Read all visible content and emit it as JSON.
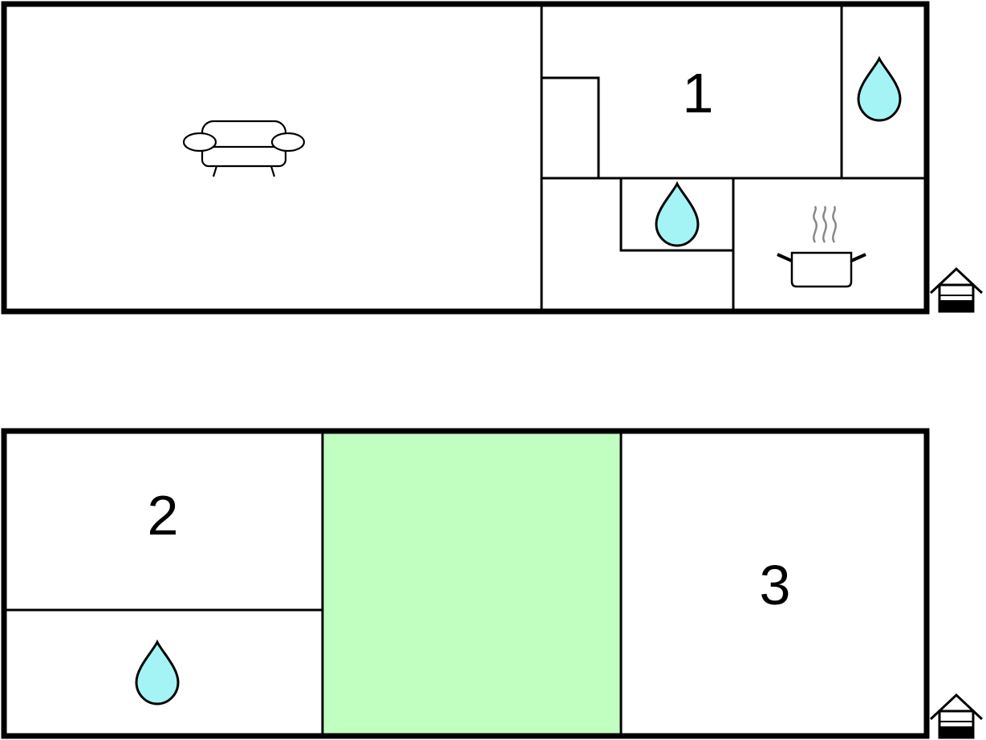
{
  "colors": {
    "wall": "#000000",
    "background": "#ffffff",
    "outdoor_area": "#c0ffc0",
    "water": "#a4f4f6",
    "steam": "#888888"
  },
  "floors": [
    {
      "name": "upper-floor",
      "rooms": [
        {
          "type": "living-room",
          "icon": "sofa-icon"
        },
        {
          "type": "bedroom",
          "number": "1"
        },
        {
          "type": "bathroom",
          "icon": "water-drop-icon"
        },
        {
          "type": "bathroom",
          "icon": "water-drop-icon"
        },
        {
          "type": "kitchen",
          "icon": "cooking-pot-icon"
        }
      ],
      "entrance_icon": "house-entrance-icon"
    },
    {
      "name": "lower-floor",
      "rooms": [
        {
          "type": "bedroom",
          "number": "2"
        },
        {
          "type": "bathroom",
          "icon": "water-drop-icon"
        },
        {
          "type": "outdoor-area",
          "color": "#c0ffc0"
        },
        {
          "type": "bedroom",
          "number": "3"
        }
      ],
      "entrance_icon": "house-entrance-icon"
    }
  ]
}
